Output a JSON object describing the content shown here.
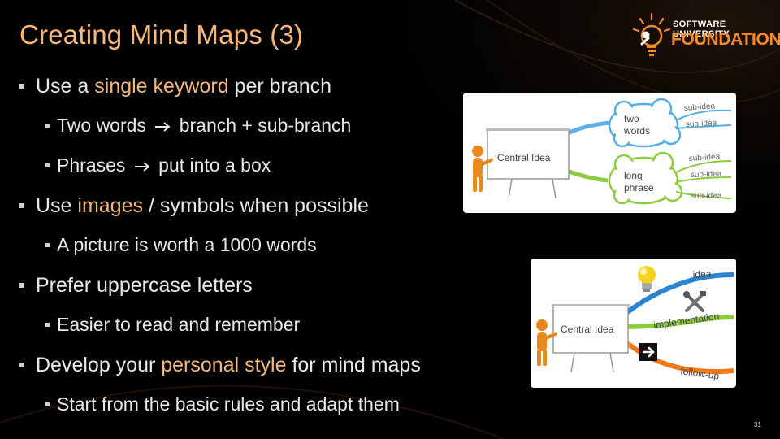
{
  "slide": {
    "title": "Creating Mind Maps (3)",
    "page_number": "31",
    "colors": {
      "accent": "#f5b87a",
      "title": "#f5b87a",
      "text": "#e8e8e8",
      "bullet": "#d0d0d0"
    }
  },
  "logo": {
    "line1": "SOFTWARE UNIVERSITY",
    "line2": "FOUNDATION"
  },
  "bullets": [
    {
      "level": 1,
      "before": "Use a ",
      "highlight": "single keyword",
      "after": " per branch"
    },
    {
      "level": 2,
      "before": "Two words",
      "arrow": true,
      "after": "branch + sub-branch"
    },
    {
      "level": 2,
      "before": "Phrases",
      "arrow": true,
      "after": "put into a box"
    },
    {
      "level": 1,
      "before": "Use ",
      "highlight": "images",
      "after": " / symbols when possible"
    },
    {
      "level": 2,
      "before": "A picture is worth a 1000 words"
    },
    {
      "level": 1,
      "before": "Prefer uppercase letters"
    },
    {
      "level": 2,
      "before": "Easier to read and remember"
    },
    {
      "level": 1,
      "before": "Develop your ",
      "highlight": "personal style",
      "after": " for mind maps"
    },
    {
      "level": 2,
      "before": "Start from the basic rules and adapt them"
    }
  ],
  "diagram1": {
    "central": "Central Idea",
    "box1": [
      "two",
      "words"
    ],
    "box2": [
      "long",
      "phrase"
    ],
    "subs_top": [
      "sub-idea",
      "sub-idea"
    ],
    "subs_bottom": [
      "sub-idea",
      "sub-idea",
      "sub-idea"
    ]
  },
  "diagram2": {
    "central": "Central Idea",
    "branches": [
      "idea",
      "implementation",
      "follow-up"
    ]
  }
}
